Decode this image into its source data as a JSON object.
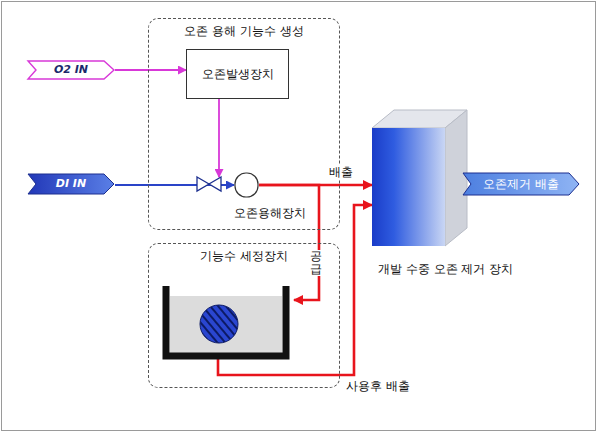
{
  "diagram": {
    "nodes": [
      {
        "text": [
          "오존 용해 기능수 생성"
        ]
      },
      {
        "text": [
          "오존발생장치"
        ],
        "in": 0
      },
      {
        "text": [
          "오존용해장치"
        ],
        "in": 0
      },
      {
        "text": [
          "O2 IN"
        ]
      },
      {
        "text": [
          "DI IN"
        ]
      },
      {
        "text": [
          "기능수 세정장치"
        ]
      },
      {
        "text": [
          "개발 수중 오존 제거 장치"
        ]
      },
      {
        "text": [
          "오존제거 배출"
        ]
      }
    ],
    "edges": [
      {
        "from": 3,
        "to": 1,
        "arrow": "to"
      },
      {
        "from": 1,
        "to": 2,
        "arrow": "to"
      },
      {
        "from": 4,
        "to": 2,
        "arrow": "to"
      },
      {
        "from": 2,
        "to": 6,
        "label": "배출",
        "arrow": "to"
      },
      {
        "from": 2,
        "to": 5,
        "label": "공급",
        "arrow": "to"
      },
      {
        "from": 5,
        "to": 6,
        "label": "사용후 배출",
        "arrow": "to"
      }
    ]
  }
}
